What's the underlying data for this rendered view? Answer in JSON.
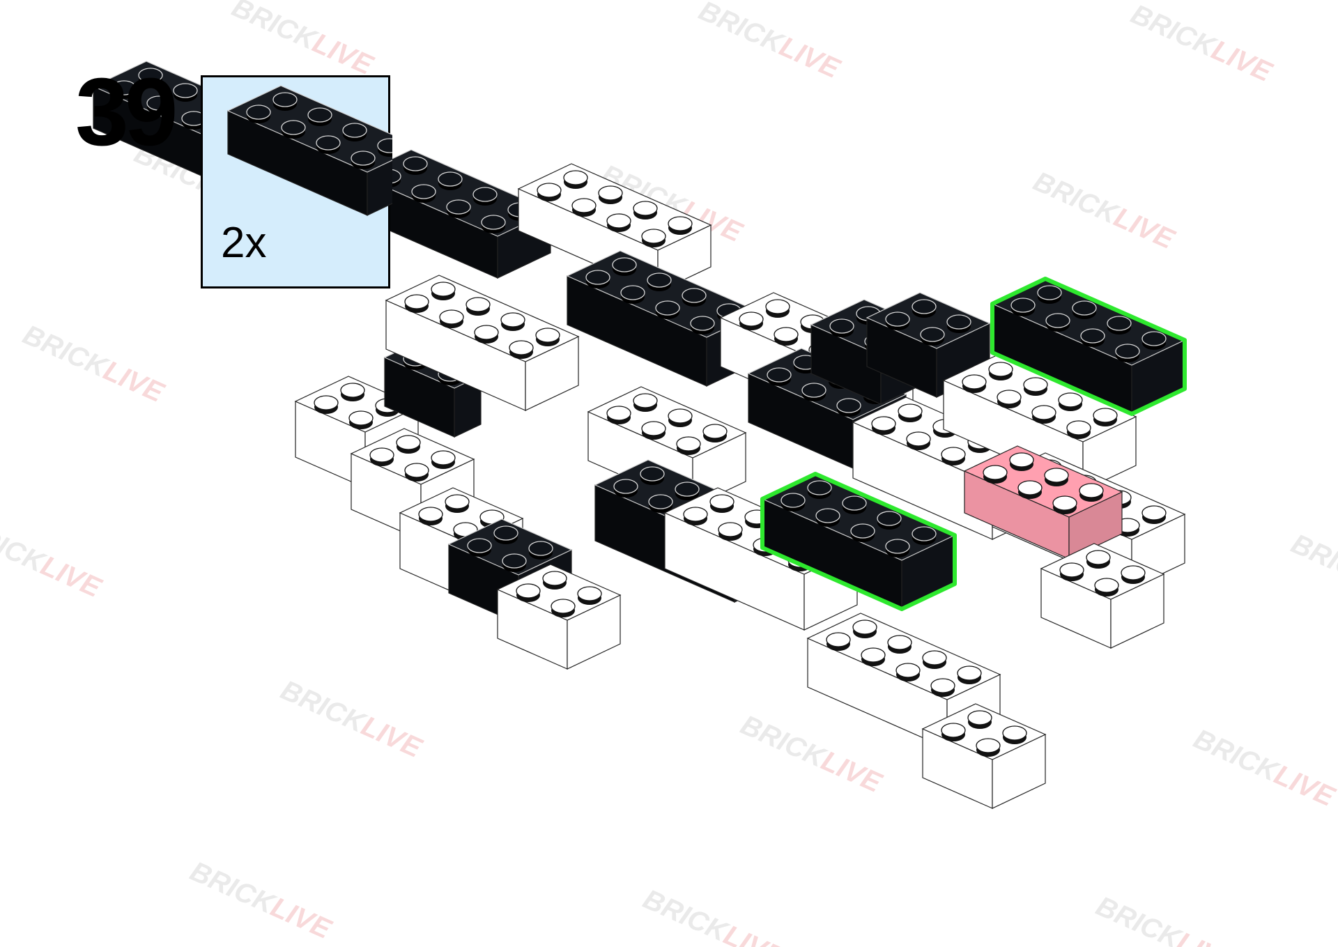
{
  "step": {
    "number": "39"
  },
  "callout": {
    "quantity": "2x",
    "part_color": "#0b0e13",
    "background": "#d5edfc"
  },
  "watermark": {
    "word1": "BRICK",
    "word2": "LIVE",
    "color1": "#888888",
    "color2": "#d9262c"
  },
  "colors": {
    "black_brick": "#0b0e13",
    "white_brick": "#ffffff",
    "pink_brick": "#ffa0b0",
    "highlight": "#2ee82e"
  }
}
